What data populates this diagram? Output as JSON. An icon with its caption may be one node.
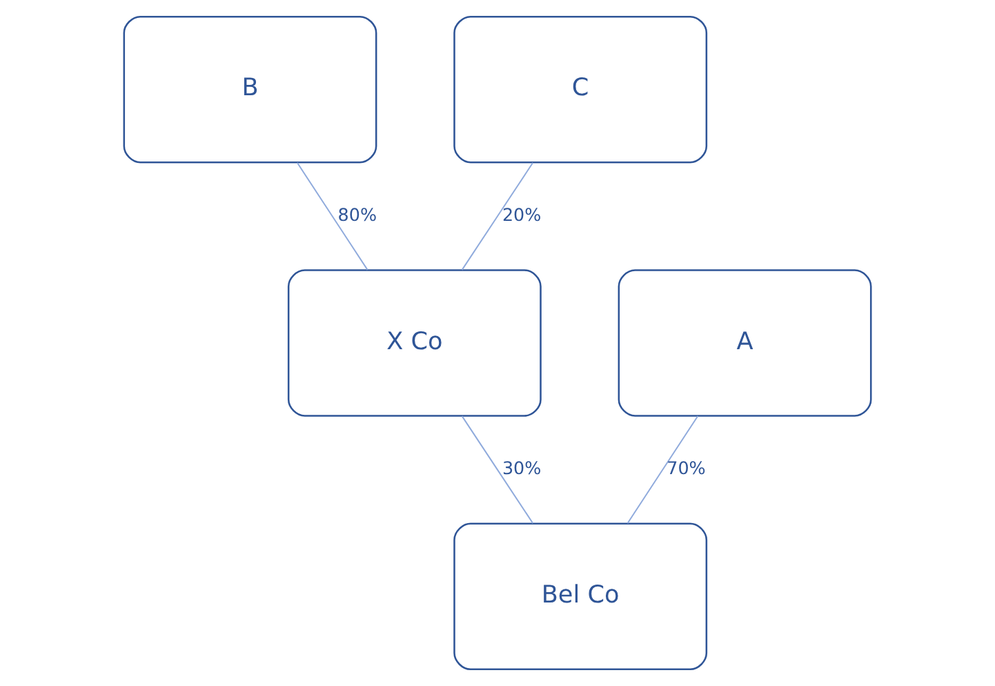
{
  "diagram": {
    "nodes": [
      {
        "text": [
          "B"
        ]
      },
      {
        "text": [
          "C"
        ]
      },
      {
        "text": [
          "A"
        ]
      },
      {
        "text": [
          "X Co"
        ]
      },
      {
        "text": [
          "Bel Co"
        ]
      }
    ],
    "edges": [
      {
        "from": 0,
        "to": 3,
        "arrow": "none",
        "label": "80%"
      },
      {
        "from": 1,
        "to": 3,
        "arrow": "none",
        "label": "20%"
      },
      {
        "from": 2,
        "to": 4,
        "arrow": "none",
        "label": "70%"
      },
      {
        "from": 3,
        "to": 4,
        "arrow": "none",
        "label": "30%"
      }
    ]
  }
}
